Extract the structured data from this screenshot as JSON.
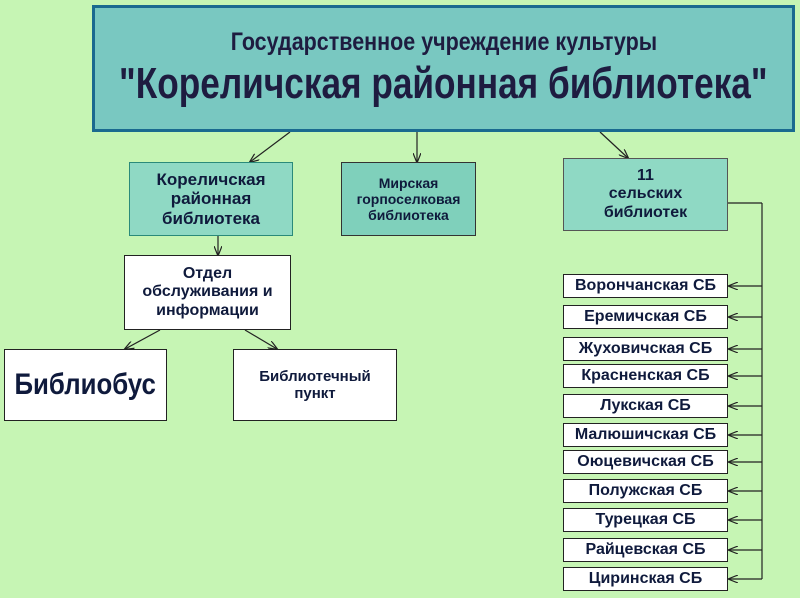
{
  "header": {
    "line1": "Государственное учреждение культуры",
    "line2": "\"Кореличская районная библиотека\""
  },
  "branches": {
    "korelichi": "Кореличская районная библиотека",
    "mir": "Мирская горпоселковая библиотека",
    "rural": "11 сельских библиотек"
  },
  "department": "Отдел обслуживания и информации",
  "bibliobus": "Библиобус",
  "library_point": "Библиотечный пункт",
  "rural_libraries": [
    "Ворончанская СБ",
    "Еремичская СБ",
    "Жуховичская СБ",
    "Красненская СБ",
    "Лукская СБ",
    "Малюшичская СБ",
    "Оюцевичская СБ",
    "Полужская СБ",
    "Турецкая СБ",
    "Райцевская СБ",
    "Циринская СБ"
  ]
}
